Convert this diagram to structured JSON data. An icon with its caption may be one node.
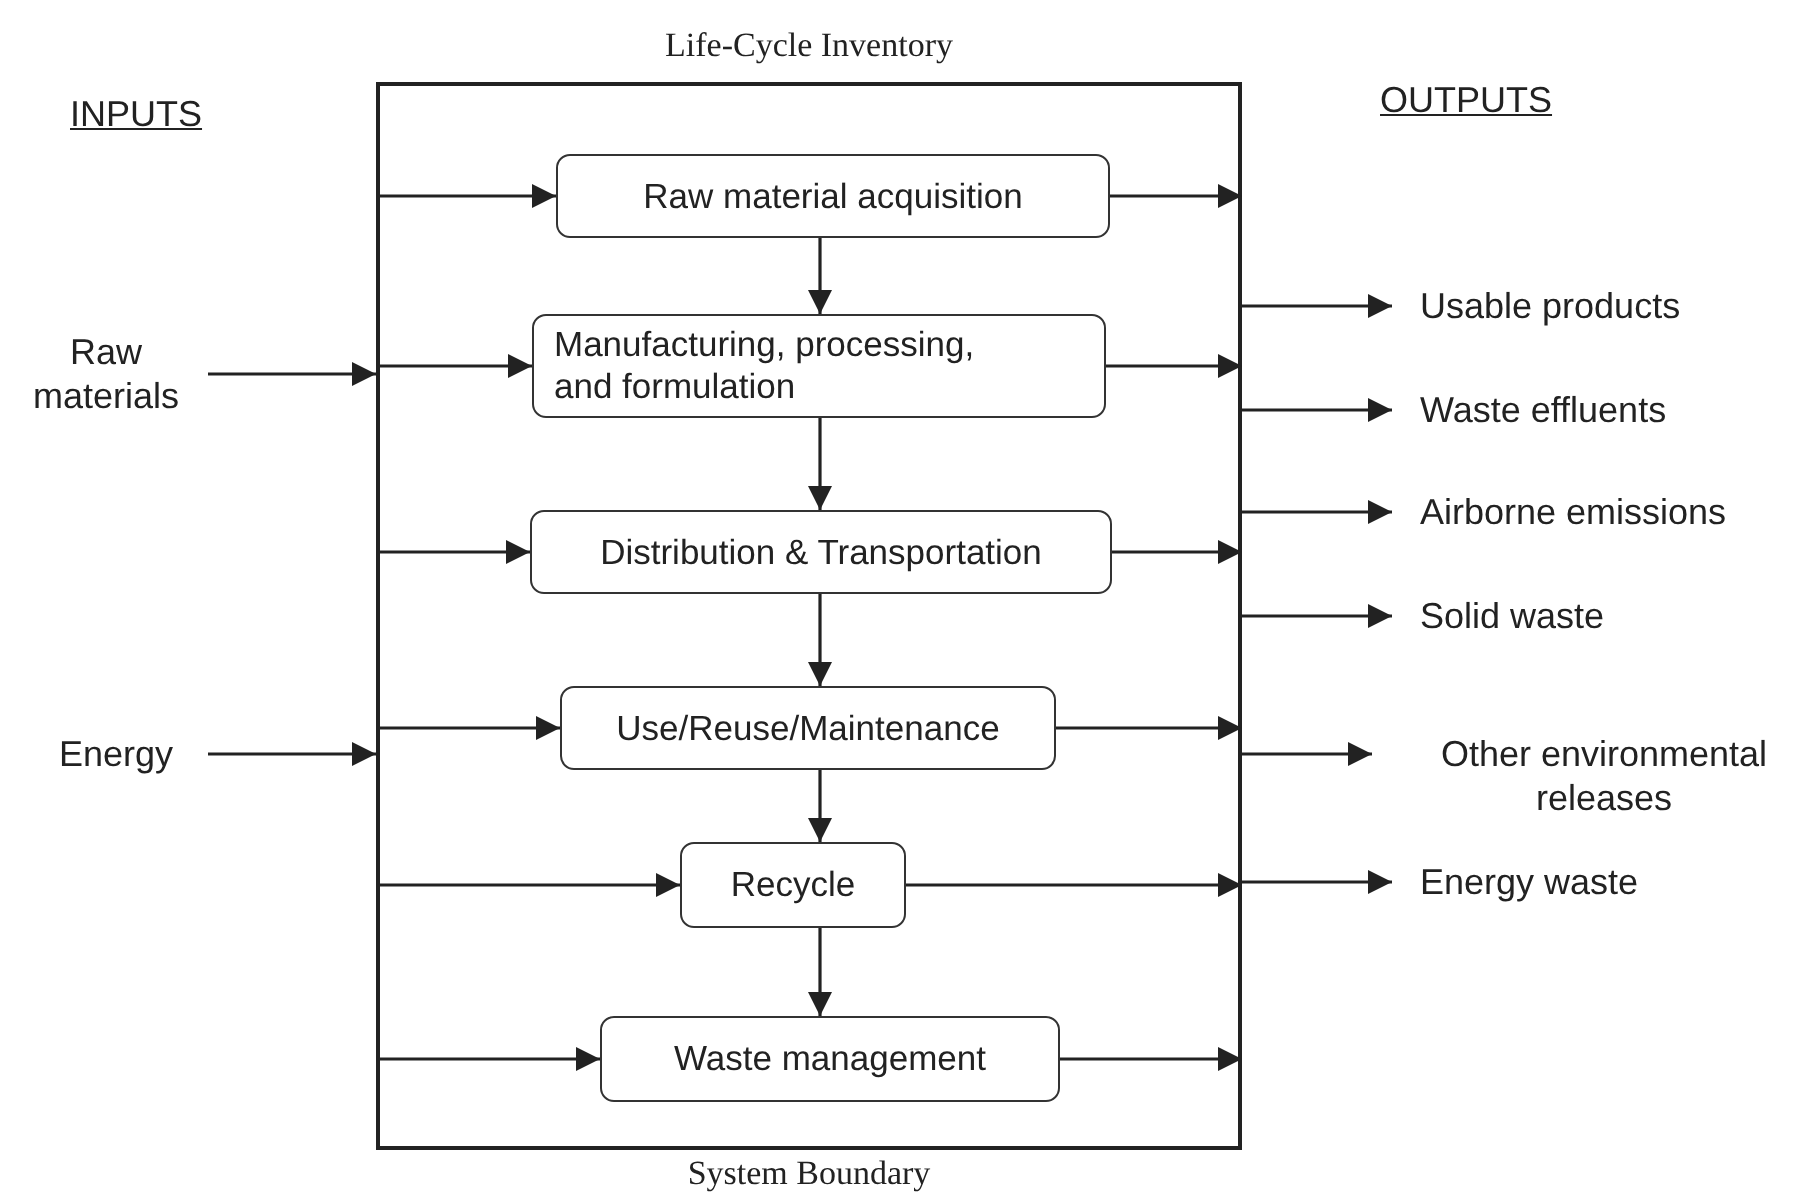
{
  "diagram": {
    "nodes": [
      {
        "text": [
          "Life-Cycle Inventory",
          "System Boundary"
        ]
      },
      {
        "text": [
          "Raw material acquisition"
        ],
        "in": 0
      },
      {
        "text": [
          "Manufacturing, processing, and formulation"
        ],
        "in": 0
      },
      {
        "text": [
          "Distribution & Transportation"
        ],
        "in": 0
      },
      {
        "text": [
          "Use/Reuse/Maintenance"
        ],
        "in": 0
      },
      {
        "text": [
          "Recycle"
        ],
        "in": 0
      },
      {
        "text": [
          "Waste management"
        ],
        "in": 0
      },
      {
        "text": [
          "Raw materials"
        ]
      },
      {
        "text": [
          "Energy"
        ]
      },
      {
        "text": [
          "Usable products"
        ]
      },
      {
        "text": [
          "Waste effluents"
        ]
      },
      {
        "text": [
          "Airborne emissions"
        ]
      },
      {
        "text": [
          "Solid waste"
        ]
      },
      {
        "text": [
          "Other environmental releases"
        ]
      },
      {
        "text": [
          "Energy waste"
        ]
      }
    ],
    "edges": [
      {
        "from": 7,
        "to": 0,
        "arrow": "to"
      },
      {
        "from": 8,
        "to": 0,
        "arrow": "to"
      },
      {
        "from": 0,
        "to": 1,
        "arrow": "to"
      },
      {
        "from": 0,
        "to": 2,
        "arrow": "to"
      },
      {
        "from": 0,
        "to": 3,
        "arrow": "to"
      },
      {
        "from": 0,
        "to": 4,
        "arrow": "to"
      },
      {
        "from": 0,
        "to": 5,
        "arrow": "to"
      },
      {
        "from": 0,
        "to": 6,
        "arrow": "to"
      },
      {
        "from": 1,
        "to": 2,
        "arrow": "to"
      },
      {
        "from": 2,
        "to": 3,
        "arrow": "to"
      },
      {
        "from": 3,
        "to": 4,
        "arrow": "to"
      },
      {
        "from": 4,
        "to": 5,
        "arrow": "to"
      },
      {
        "from": 5,
        "to": 6,
        "arrow": "to"
      },
      {
        "from": 1,
        "to": 0,
        "arrow": "to"
      },
      {
        "from": 2,
        "to": 0,
        "arrow": "to"
      },
      {
        "from": 3,
        "to": 0,
        "arrow": "to"
      },
      {
        "from": 4,
        "to": 0,
        "arrow": "to"
      },
      {
        "from": 5,
        "to": 0,
        "arrow": "to"
      },
      {
        "from": 6,
        "to": 0,
        "arrow": "to"
      },
      {
        "from": 0,
        "to": 9,
        "arrow": "to"
      },
      {
        "from": 0,
        "to": 10,
        "arrow": "to"
      },
      {
        "from": 0,
        "to": 11,
        "arrow": "to"
      },
      {
        "from": 0,
        "to": 12,
        "arrow": "to"
      },
      {
        "from": 0,
        "to": 13,
        "arrow": "to"
      },
      {
        "from": 0,
        "to": 14,
        "arrow": "to"
      }
    ],
    "labels": [
      "INPUTS",
      "OUTPUTS"
    ]
  }
}
